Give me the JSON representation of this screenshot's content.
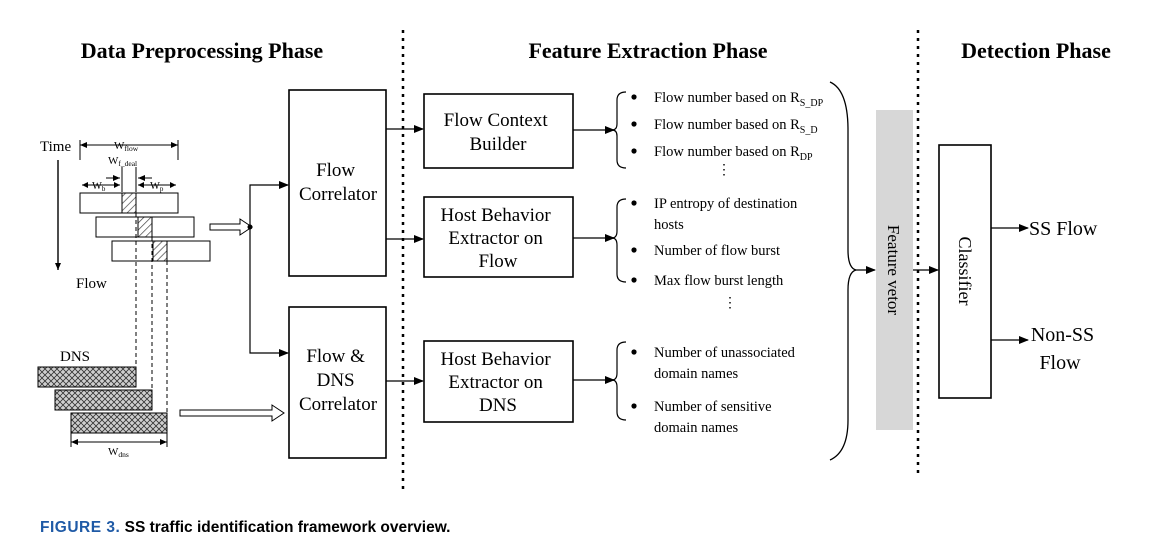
{
  "phases": {
    "preprocessing": "Data Preprocessing Phase",
    "extraction": "Feature Extraction Phase",
    "detection": "Detection Phase"
  },
  "timeline": {
    "time": "Time",
    "flow": "Flow",
    "dns": "DNS",
    "w_flow": "W",
    "w_flow_sub": "flow",
    "w_f_deal": "W",
    "w_f_deal_sub": "f_deal",
    "w_b": "W",
    "w_b_sub": "b",
    "w_p": "W",
    "w_p_sub": "p",
    "w_dns": "W",
    "w_dns_sub": "dns"
  },
  "boxes": {
    "flow_correlator": [
      "Flow",
      "Correlator"
    ],
    "flow_dns_correlator": [
      "Flow &",
      "DNS",
      "Correlator"
    ],
    "flow_context_builder": [
      "Flow Context",
      "Builder"
    ],
    "host_behavior_flow": [
      "Host Behavior",
      "Extractor on",
      "Flow"
    ],
    "host_behavior_dns": [
      "Host Behavior",
      "Extractor on",
      "DNS"
    ],
    "classifier": "Classifier",
    "feature_vector": "Feature  vetor"
  },
  "features": {
    "context": [
      {
        "text": "Flow number based on R",
        "sub": "S_DP"
      },
      {
        "text": "Flow number based on R",
        "sub": "S_D"
      },
      {
        "text": "Flow number based on R",
        "sub": "DP"
      }
    ],
    "host_flow": [
      [
        "IP entropy of destination",
        "hosts"
      ],
      [
        "Number of flow burst"
      ],
      [
        "Max flow burst length"
      ]
    ],
    "host_dns": [
      [
        "Number of unassociated",
        "domain names"
      ],
      [
        "Number of  sensitive",
        "domain  names"
      ]
    ]
  },
  "outputs": {
    "ss_flow": "SS Flow",
    "non_ss_flow": [
      "Non-SS",
      "Flow"
    ]
  },
  "caption": {
    "label": "FIGURE 3.",
    "text": "SS traffic identification framework overview."
  }
}
